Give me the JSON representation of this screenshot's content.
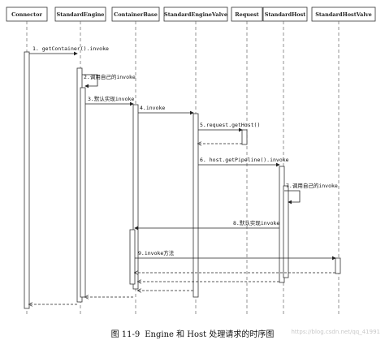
{
  "participants": [
    {
      "id": "connector",
      "label": "Connector"
    },
    {
      "id": "engine",
      "label": "StandardEngine"
    },
    {
      "id": "base",
      "label": "ContainerBase"
    },
    {
      "id": "valve",
      "label": "StandardEngineValve"
    },
    {
      "id": "request",
      "label": "Request"
    },
    {
      "id": "host",
      "label": "StandardHost"
    },
    {
      "id": "hostvalve",
      "label": "StandardHostValve"
    }
  ],
  "messages": [
    {
      "label": "1. getContainer().invoke"
    },
    {
      "label": "2.调用自己的invoke"
    },
    {
      "label": "3.默认实现invoke"
    },
    {
      "label": "4.invoke"
    },
    {
      "label": "5.request.getHost()"
    },
    {
      "label": "6. host.getPipeline().invoke"
    },
    {
      "label": "7.调用自己的invoke"
    },
    {
      "label": "8.默认实现invoke"
    },
    {
      "label": "9.invoke方法"
    }
  ],
  "caption": {
    "figure": "图 11-9",
    "text": "Engine 和 Host 处理请求的时序图"
  },
  "watermark": "https://blog.csdn.net/qq_41991"
}
